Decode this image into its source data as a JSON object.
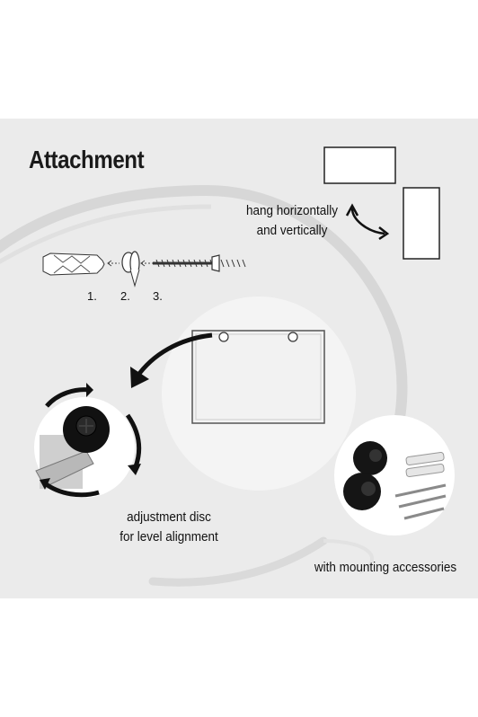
{
  "title": "Attachment",
  "hang_caption": [
    "hang horizontally",
    "and vertically"
  ],
  "steps": [
    "1.",
    "2.",
    "3."
  ],
  "disc_caption": [
    "adjustment disc",
    "for level alignment"
  ],
  "accessories_caption": "with mounting accessories"
}
